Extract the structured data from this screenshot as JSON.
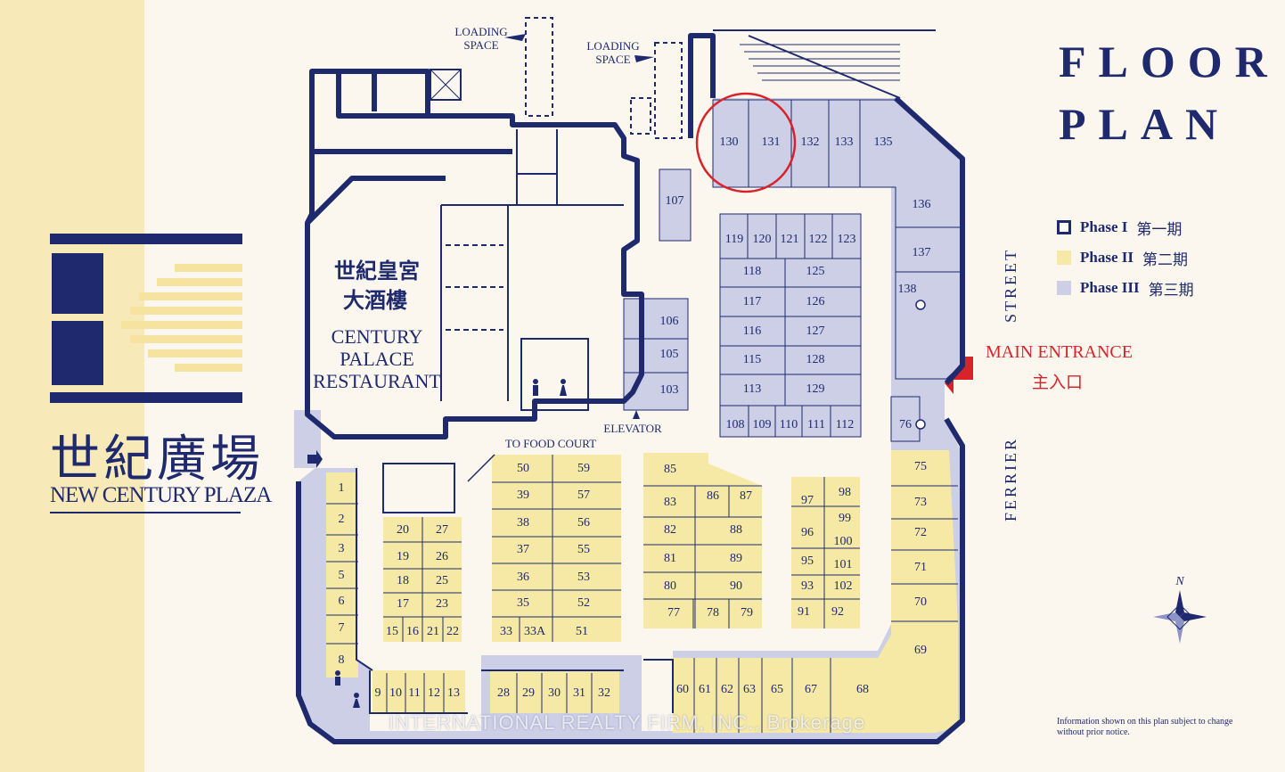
{
  "title": {
    "line1": "FLOOR",
    "line2": "PLAN"
  },
  "logo": {
    "chinese": "世紀廣場",
    "english": "NEW CENTURY PLAZA"
  },
  "legend": [
    {
      "label": "Phase I",
      "chinese": "第一期",
      "color": "#ffffff",
      "border": "#1f2a6e"
    },
    {
      "label": "Phase II",
      "chinese": "第二期",
      "color": "#f6e9a6",
      "border": "#f6e9a6"
    },
    {
      "label": "Phase III",
      "chinese": "第三期",
      "color": "#cccfe6",
      "border": "#cccfe6"
    }
  ],
  "streets": {
    "upper": "STREET",
    "lower": "FERRIER"
  },
  "main_entrance": {
    "english": "MAIN ENTRANCE",
    "chinese": "主入口",
    "color": "#d9232b"
  },
  "restaurant": {
    "cn1": "世紀皇宮",
    "cn2": "大酒樓",
    "en1": "CENTURY",
    "en2": "PALACE",
    "en3": "RESTAURANT"
  },
  "labels": {
    "loading1a": "LOADING",
    "loading1b": "SPACE",
    "loading2a": "LOADING",
    "loading2b": "SPACE",
    "elevator": "ELEVATOR",
    "food_court": "TO FOOD COURT"
  },
  "compass_letter": "N",
  "notice": "Information shown on this plan subject to change without prior notice.",
  "watermark": "INTERNATIONAL REALTY FIRM, INC., Brokerage",
  "colors": {
    "navy": "#1f2a6e",
    "phase2": "#f6e9a6",
    "phase3": "#cccfe6",
    "highlight_circle": "#d9232b"
  },
  "highlighted_units": [
    "130",
    "131"
  ],
  "units_phase3": [
    "130",
    "131",
    "132",
    "133",
    "135",
    "136",
    "137",
    "138",
    "107",
    "106",
    "105",
    "103",
    "76",
    "119",
    "120",
    "121",
    "122",
    "123",
    "118",
    "125",
    "117",
    "126",
    "116",
    "127",
    "115",
    "128",
    "113",
    "129",
    "108",
    "109",
    "110",
    "111",
    "112"
  ],
  "units_phase2": [
    "1",
    "2",
    "3",
    "5",
    "6",
    "7",
    "8",
    "9",
    "10",
    "11",
    "12",
    "13",
    "20",
    "27",
    "19",
    "26",
    "18",
    "25",
    "17",
    "23",
    "15",
    "16",
    "21",
    "22",
    "50",
    "59",
    "39",
    "57",
    "38",
    "56",
    "37",
    "55",
    "36",
    "53",
    "35",
    "52",
    "33",
    "33A",
    "51",
    "28",
    "29",
    "30",
    "31",
    "32",
    "85",
    "86",
    "87",
    "83",
    "82",
    "88",
    "81",
    "89",
    "80",
    "90",
    "77",
    "78",
    "79",
    "97",
    "98",
    "99",
    "96",
    "100",
    "95",
    "101",
    "93",
    "102",
    "91",
    "92",
    "75",
    "73",
    "72",
    "71",
    "70",
    "69",
    "60",
    "61",
    "62",
    "63",
    "65",
    "67",
    "68"
  ]
}
